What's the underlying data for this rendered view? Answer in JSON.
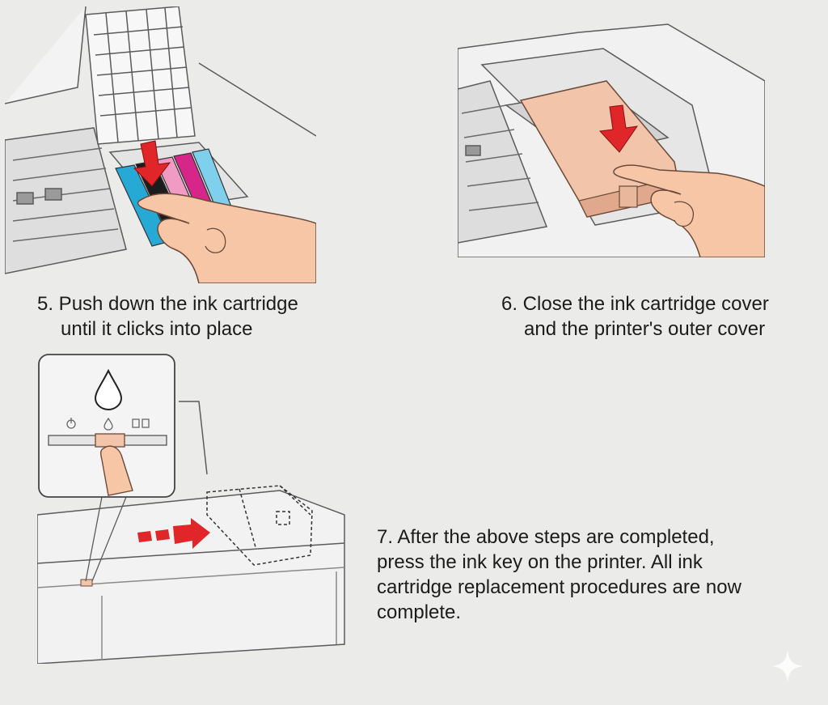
{
  "steps": [
    {
      "number": "5.",
      "lines": [
        "5. Push down the ink cartridge",
        "until it clicks into place"
      ],
      "illustration": "hand-pressing-ink-cartridge"
    },
    {
      "number": "6.",
      "lines": [
        "6. Close the ink cartridge cover",
        "and the printer's outer cover"
      ],
      "illustration": "hand-closing-cartridge-cover"
    },
    {
      "number": "7.",
      "lines": [
        "7. After the above steps are completed,",
        "press the ink key on the printer. All ink",
        "cartridge replacement procedures are now",
        "complete."
      ],
      "illustration": "hand-pressing-ink-key"
    }
  ],
  "colors": {
    "background": "#ebebea",
    "arrow": "#e1262a",
    "skin": "#f6c6a6",
    "cover": "#f2c4aa",
    "cyan": "#27a9d6",
    "magenta": "#d6268a",
    "pink": "#ee82b8",
    "black": "#1c1c1c"
  },
  "icons": [
    "ink-drop-icon",
    "power-icon",
    "paper-icon",
    "sparkle-icon"
  ]
}
